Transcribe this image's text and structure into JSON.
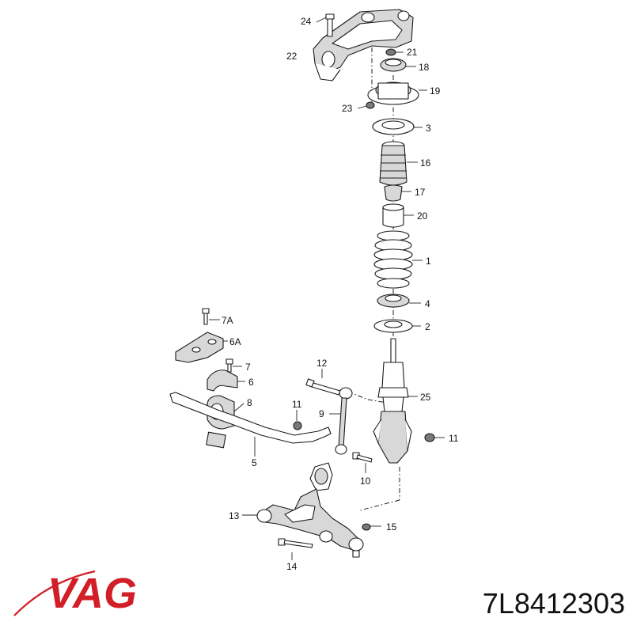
{
  "brand": {
    "logo_text": "VAG",
    "logo_color": "#d21e27"
  },
  "part_number": "7L8412303",
  "callouts": [
    {
      "id": "c24",
      "label": "24"
    },
    {
      "id": "c22",
      "label": "22"
    },
    {
      "id": "c21",
      "label": "21"
    },
    {
      "id": "c18",
      "label": "18"
    },
    {
      "id": "c19",
      "label": "19"
    },
    {
      "id": "c23",
      "label": "23"
    },
    {
      "id": "c3",
      "label": "3"
    },
    {
      "id": "c16",
      "label": "16"
    },
    {
      "id": "c17",
      "label": "17"
    },
    {
      "id": "c20",
      "label": "20"
    },
    {
      "id": "c1",
      "label": "1"
    },
    {
      "id": "c4",
      "label": "4"
    },
    {
      "id": "c2",
      "label": "2"
    },
    {
      "id": "c7A",
      "label": "7A"
    },
    {
      "id": "c6A",
      "label": "6A"
    },
    {
      "id": "c7",
      "label": "7"
    },
    {
      "id": "c6",
      "label": "6"
    },
    {
      "id": "c12",
      "label": "12"
    },
    {
      "id": "c25",
      "label": "25"
    },
    {
      "id": "c11a",
      "label": "11"
    },
    {
      "id": "c9",
      "label": "9"
    },
    {
      "id": "c8",
      "label": "8"
    },
    {
      "id": "c11b",
      "label": "11"
    },
    {
      "id": "c5",
      "label": "5"
    },
    {
      "id": "c10",
      "label": "10"
    },
    {
      "id": "c13",
      "label": "13"
    },
    {
      "id": "c15",
      "label": "15"
    },
    {
      "id": "c14",
      "label": "14"
    }
  ]
}
